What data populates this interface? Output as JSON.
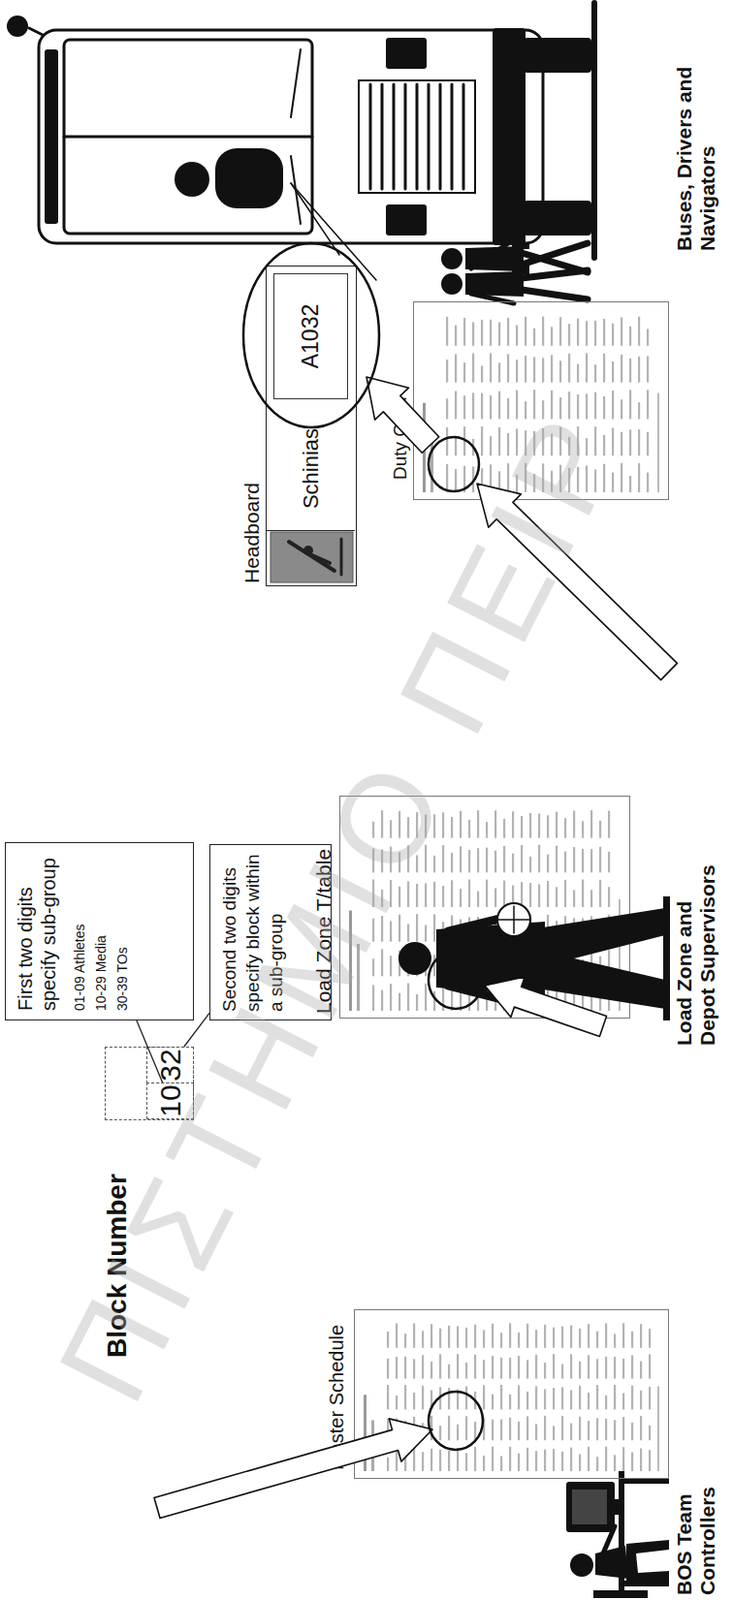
{
  "diagram": {
    "nodes": [
      {
        "text": [
          "Block Number"
        ]
      },
      {
        "text": [
          "10"
        ],
        "in": 0
      },
      {
        "text": [
          "32"
        ],
        "in": 0
      },
      {
        "text": [
          "First two digits specify sub-group",
          "01-09 Athletes",
          "10-29 Media",
          "30-39 TOs"
        ]
      },
      {
        "text": [
          "Second two digits specify block within a sub-group"
        ]
      },
      {
        "text": [
          "Master Schedule"
        ]
      },
      {
        "text": [
          "Load Zone T/table"
        ]
      },
      {
        "text": [
          "Duty Card"
        ]
      },
      {
        "text": [
          "Headboard"
        ]
      },
      {
        "text": [
          "Schinias"
        ],
        "in": 8
      },
      {
        "text": [
          "A1032"
        ],
        "in": 8
      }
    ],
    "edges": [
      {
        "from": 1,
        "to": 3,
        "arrow": "none"
      },
      {
        "from": 2,
        "to": 4,
        "arrow": "none"
      }
    ],
    "labels": [
      "BOS Team Controllers",
      "Load Zone and Depot Supervisors",
      "Buses, Drivers and Navigators",
      "ΠΙΣΤΗΜΙΟ ΠΕΙΡ"
    ]
  }
}
